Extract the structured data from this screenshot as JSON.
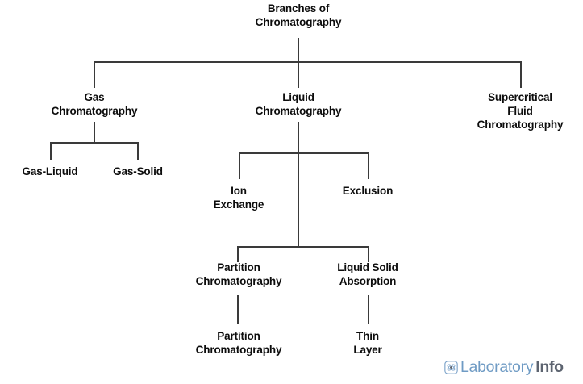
{
  "diagram": {
    "type": "tree",
    "title": "Branches of Chromatography",
    "background_color": "#ffffff",
    "line_color": "#3a3a3a",
    "text_color": "#0d0d0d",
    "nodes": {
      "root": "Branches of\nChromatography",
      "gas_chromatography": "Gas\nChromatography",
      "liquid_chromatography": "Liquid\nChromatography",
      "supercritical_fluid_chromatography": "Supercritical\nFluid\nChromatography",
      "gas_liquid": "Gas-Liquid",
      "gas_solid": "Gas-Solid",
      "ion_exchange": "Ion\nExchange",
      "exclusion": "Exclusion",
      "partition_chromatography": "Partition\nChromatography",
      "liquid_solid_absorption": "Liquid Solid\nAbsorption",
      "partition_chromatography_leaf": "Partition\nChromatography",
      "thin_layer": "Thin\nLayer"
    }
  },
  "logo": {
    "word_primary": "Laboratory",
    "word_secondary": "Info",
    "primary_color": "#6f9bc4",
    "secondary_color": "#5d6470"
  }
}
